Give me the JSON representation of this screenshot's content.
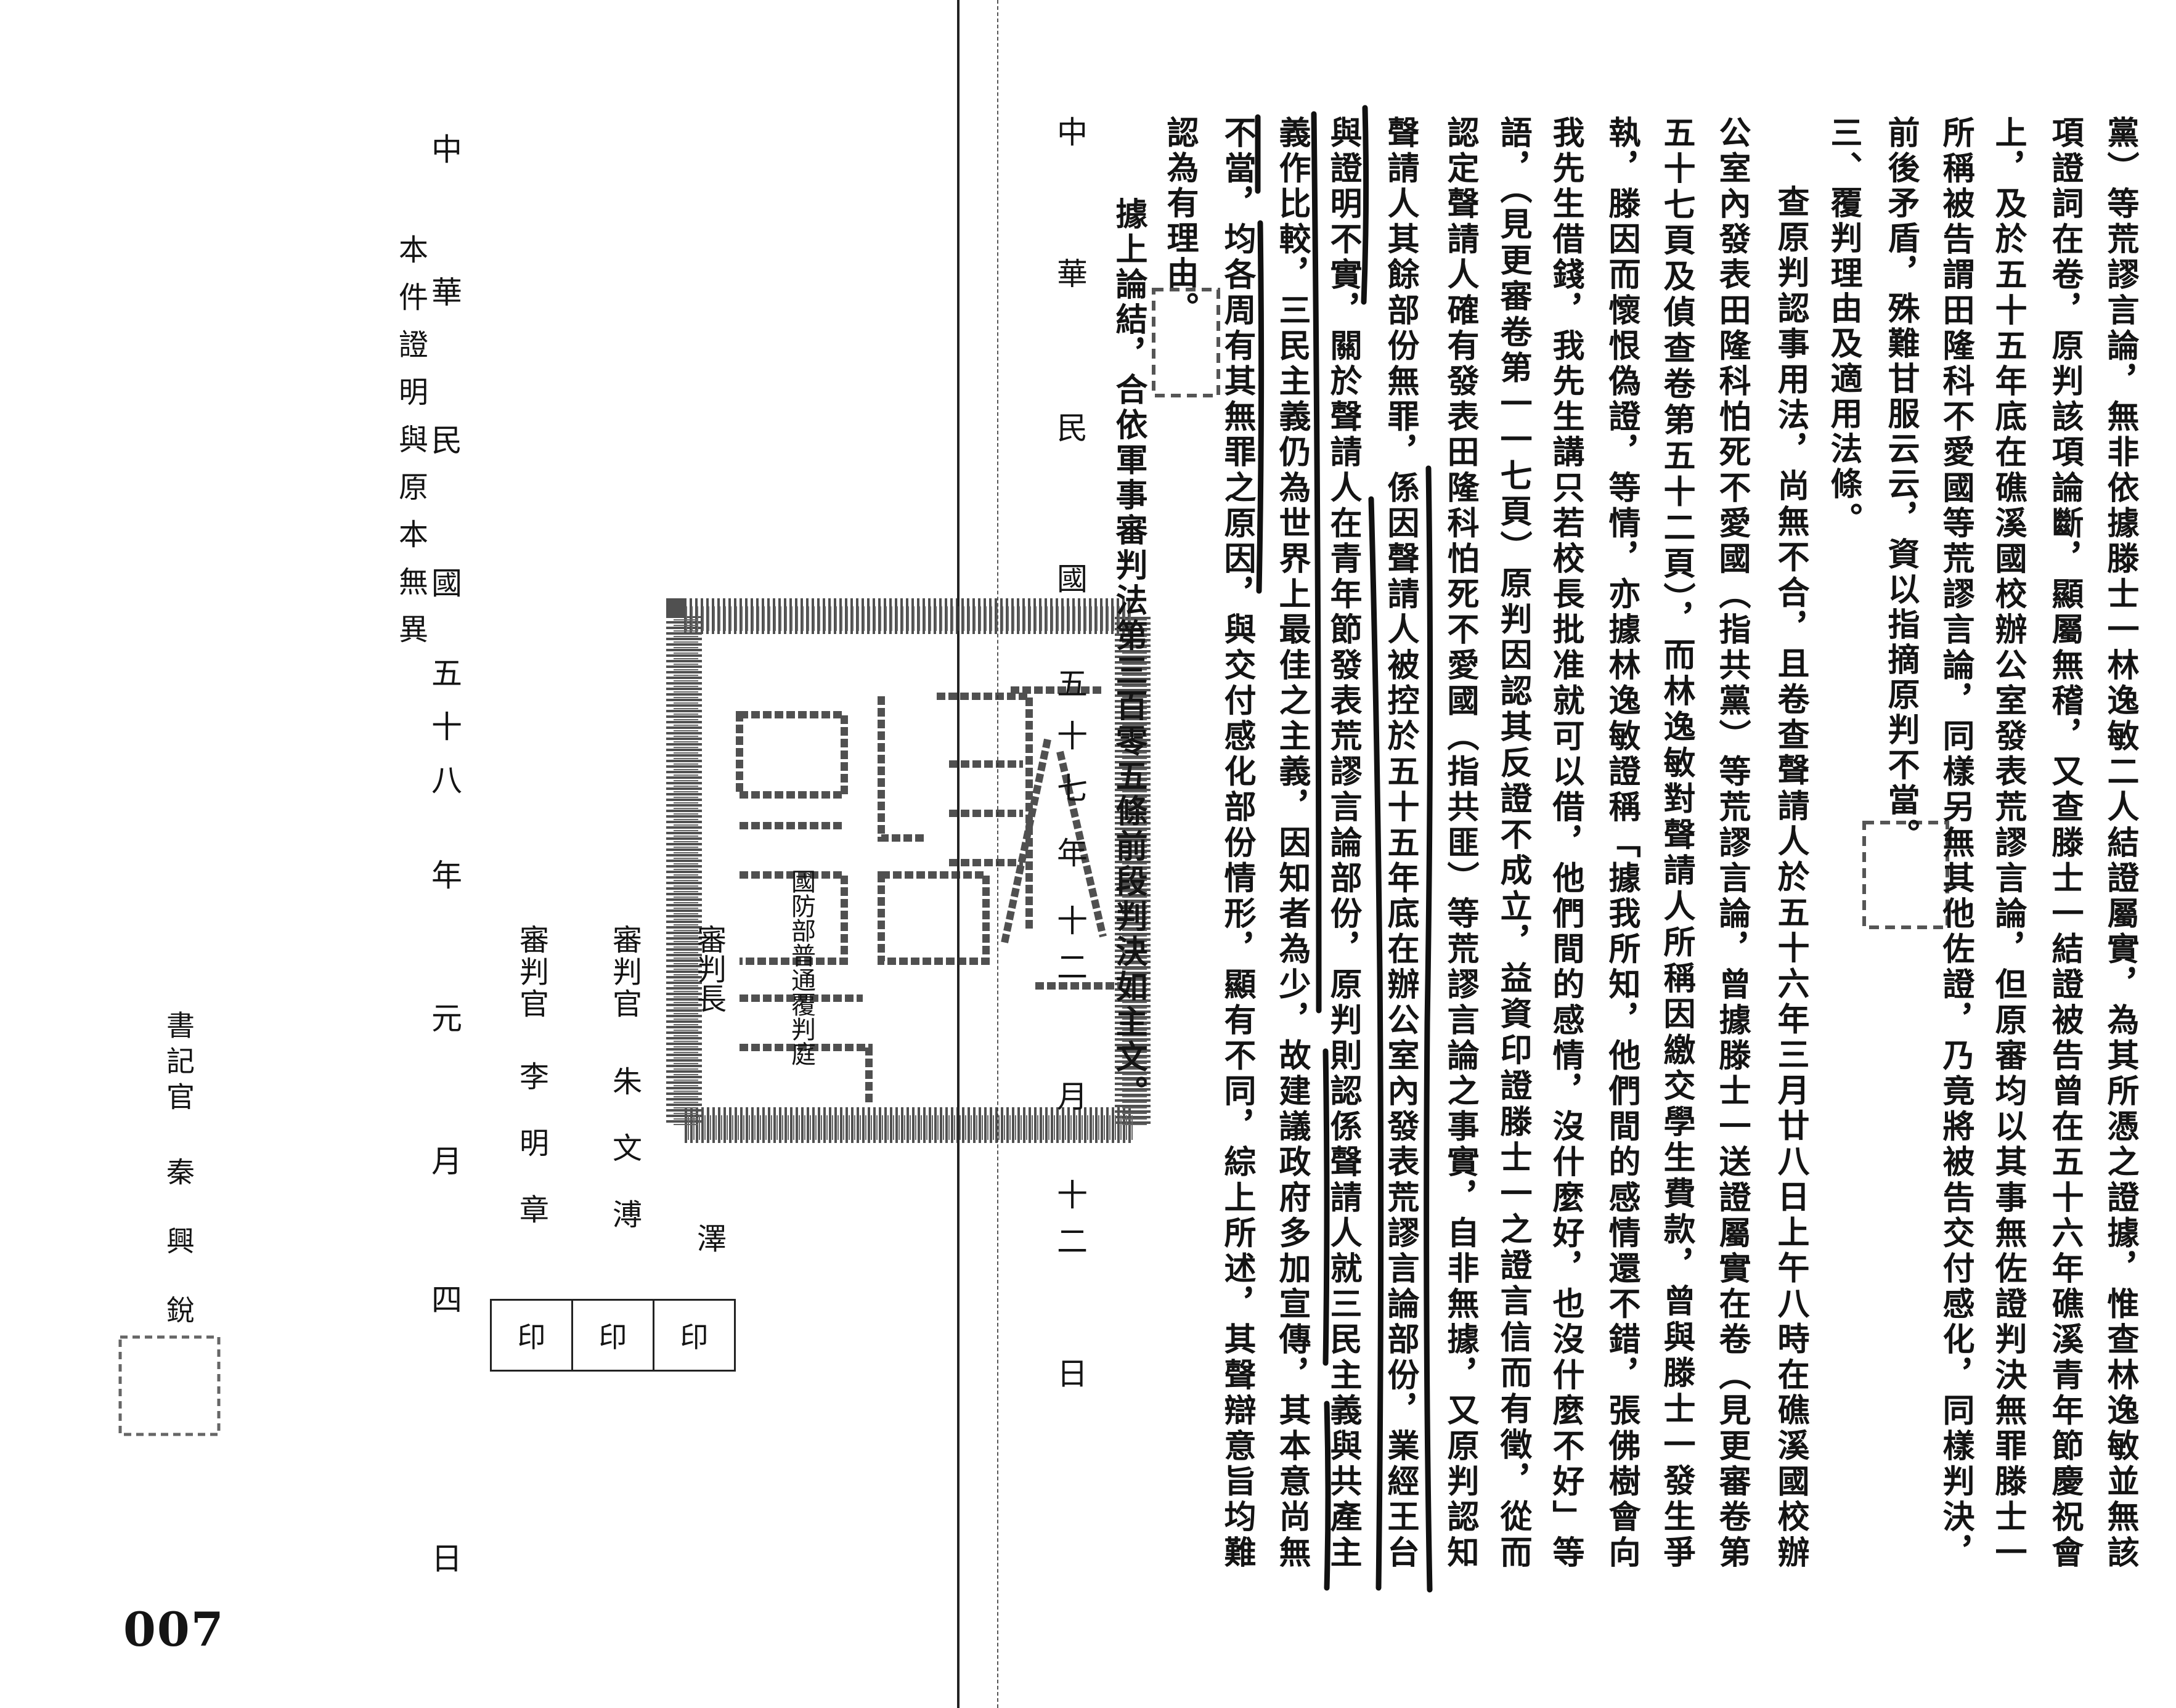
{
  "right_page": {
    "columns": [
      "黨）等荒謬言論，無非依據滕士一林逸敏二人結證屬實，為其所憑之證據，惟查林逸敏並無該",
      "項證詞在卷，原判該項論斷，顯屬無稽，又查滕士一結證被告曾在五十六年礁溪青年節慶祝會",
      "上，及於五十五年底在礁溪國校辦公室發表荒謬言論，但原審均以其事無佐證判決無罪滕士一",
      "所稱被告謂田隆科不愛國等荒謬言論，同樣另無其他佐證，乃竟將被告交付感化，同樣判決，",
      "前後矛盾，殊難甘服云云，資以指摘原判不當。",
      "三、覆判理由及適用法條。",
      "查原判認事用法，尚無不合，且卷查聲請人於五十六年三月廿八日上午八時在礁溪國校辦",
      "公室內發表田隆科怕死不愛國（指共黨）等荒謬言論，曾據滕士一送證屬實在卷（見更審卷第",
      "五十七頁及偵查卷第五十二頁），而林逸敏對聲請人所稱因繳交學生費款，曾與滕士一發生爭",
      "執，滕因而懷恨偽證，等情，亦據林逸敏證稱「據我所知，他們間的感情還不錯，張佛樹會向",
      "我先生借錢，我先生講只若校長批准就可以借，他們間的感情，沒什麼好，也沒什麼不好」等",
      "語，（見更審卷第一一七頁）原判因認其反證不成立，益資印證滕士一之證言信而有徵，從而",
      "認定聲請人確有發表田隆科怕死不愛國（指共匪）等荒謬言論之事實，自非無據，又原判認知",
      "聲請人其餘部份無罪，係因聲請人被控於五十五年底在辦公室內發表荒謬言論部份，業經王台",
      "與證明不實，關於聲請人在青年節發表荒謬言論部份，原判則認係聲請人就三民主義與共產主",
      "義作比較，三民主義仍為世界上最佳之主義，因知者為少，故建議政府多加宣傳，其本意尚無",
      "不當，均各周有其無罪之原因，與交付感化部份情形，顯有不同，綜上所述，其聲辯意旨均難",
      "認為有理由。",
      "據上論結，合依軍事審判法第三百零五條前段判決如主文。"
    ],
    "date": "中華民國五十七年十二月十二日",
    "court": "國防部普通覆判庭",
    "judges": [
      {
        "title": "審判長",
        "name": "澤"
      },
      {
        "title": "審判官",
        "name": "朱文溥"
      },
      {
        "title": "審判官",
        "name": "李明章"
      }
    ],
    "seal_boxes": [
      "印",
      "印",
      "印"
    ]
  },
  "left_page": {
    "date": "中華民國五十八年元月四日",
    "certification": "本件證明與原本無異",
    "clerk": {
      "title": "書記官",
      "name": "秦興銳"
    },
    "page_number": "007"
  }
}
